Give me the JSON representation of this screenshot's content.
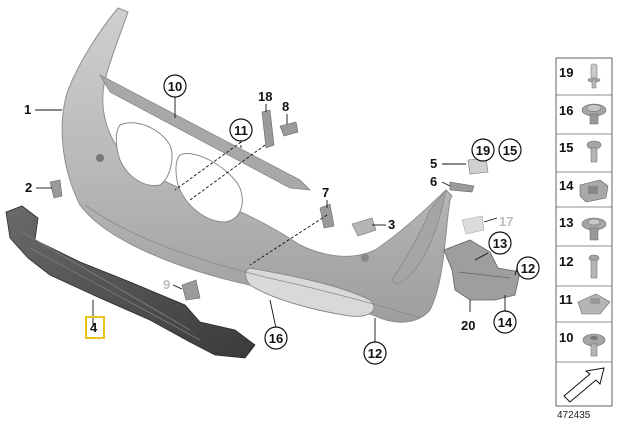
{
  "diagram": {
    "diagram_number": "472435",
    "callouts": {
      "c1": "1",
      "c2": "2",
      "c3": "3",
      "c4": "4",
      "c5": "5",
      "c6": "6",
      "c7": "7",
      "c8": "8",
      "c9": "9",
      "c10": "10",
      "c11": "11",
      "c12a": "12",
      "c12b": "12",
      "c13": "13",
      "c14": "14",
      "c15": "15",
      "c16": "16",
      "c17": "17",
      "c18": "18",
      "c19": "19",
      "c20": "20"
    },
    "side_panel": [
      "19",
      "16",
      "15",
      "14",
      "13",
      "12",
      "11",
      "10"
    ],
    "colors": {
      "bumper": "#bdbdbd",
      "bumper_dark": "#9a9a9a",
      "reinforcement": "#4a4a4a",
      "highlight": "#e8c21e",
      "grey_label": "#bdbdbd"
    },
    "icons": [
      "bumper-cover",
      "lower-reinforcement",
      "bracket",
      "clip",
      "screw",
      "nut",
      "rivet",
      "arrow-icon"
    ]
  }
}
